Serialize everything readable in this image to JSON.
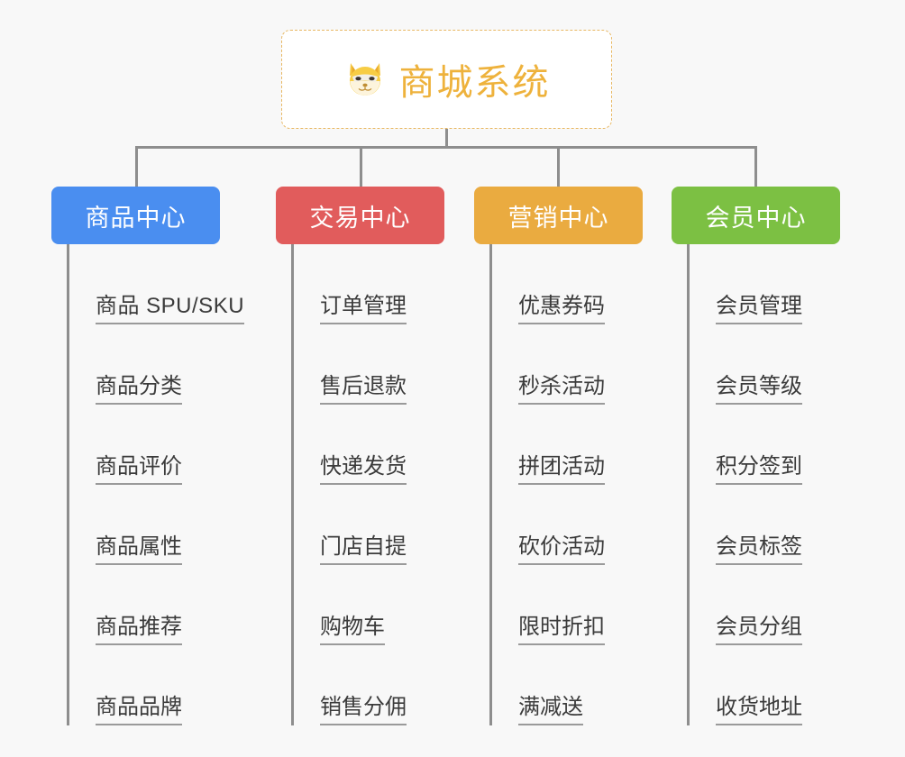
{
  "page": {
    "background_color": "#f8f8f8",
    "connector_color": "#8e8e8e",
    "leaf_text_color": "#3b3b3b",
    "leaf_underline_color": "#9a9a9a"
  },
  "root": {
    "icon": "dog-face-emoji",
    "icon_glyph": "🐶",
    "title": "商城系统",
    "title_color": "#eeb23c",
    "border_color": "#e8b864",
    "background_color": "#ffffff"
  },
  "columns": [
    {
      "id": "product-center",
      "title": "商品中心",
      "color": "#4a8ef0",
      "items": [
        {
          "label": "商品 SPU/SKU"
        },
        {
          "label": "商品分类"
        },
        {
          "label": "商品评价"
        },
        {
          "label": "商品属性"
        },
        {
          "label": "商品推荐"
        },
        {
          "label": "商品品牌"
        }
      ]
    },
    {
      "id": "trade-center",
      "title": "交易中心",
      "color": "#e15c5c",
      "items": [
        {
          "label": "订单管理"
        },
        {
          "label": "售后退款"
        },
        {
          "label": "快递发货"
        },
        {
          "label": "门店自提"
        },
        {
          "label": "购物车"
        },
        {
          "label": "销售分佣"
        }
      ]
    },
    {
      "id": "marketing-center",
      "title": "营销中心",
      "color": "#eaab40",
      "items": [
        {
          "label": "优惠券码"
        },
        {
          "label": "秒杀活动"
        },
        {
          "label": "拼团活动"
        },
        {
          "label": "砍价活动"
        },
        {
          "label": "限时折扣"
        },
        {
          "label": "满减送"
        }
      ]
    },
    {
      "id": "member-center",
      "title": "会员中心",
      "color": "#7cc043",
      "items": [
        {
          "label": "会员管理"
        },
        {
          "label": "会员等级"
        },
        {
          "label": "积分签到"
        },
        {
          "label": "会员标签"
        },
        {
          "label": "会员分组"
        },
        {
          "label": "收货地址"
        }
      ]
    }
  ]
}
